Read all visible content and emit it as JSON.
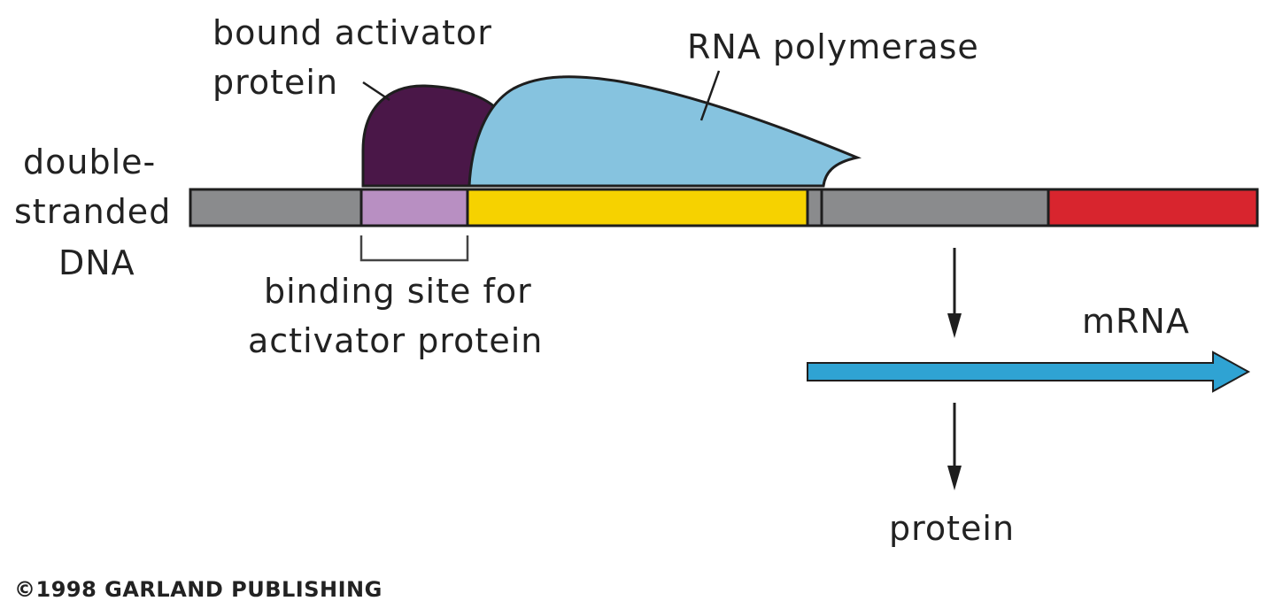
{
  "labels": {
    "bound_activator_line1": "bound activator",
    "bound_activator_line2": "protein",
    "rna_polymerase": "RNA polymerase",
    "dna_line1": "double-",
    "dna_line2": "stranded",
    "dna_line3": "DNA",
    "binding_site_line1": "binding site for",
    "binding_site_line2": "activator protein",
    "mrna": "mRNA",
    "protein": "protein",
    "copyright": "©1998 GARLAND PUBLISHING"
  },
  "colors": {
    "dna_gray": "#8a8b8d",
    "binding_site": "#b88fc2",
    "promoter_yellow": "#f6d200",
    "gene_red": "#d8252e",
    "activator_purple": "#4a1748",
    "polymerase_blue": "#86c3df",
    "mrna_arrow": "#2fa3d3",
    "outline": "#1e1e1e"
  }
}
